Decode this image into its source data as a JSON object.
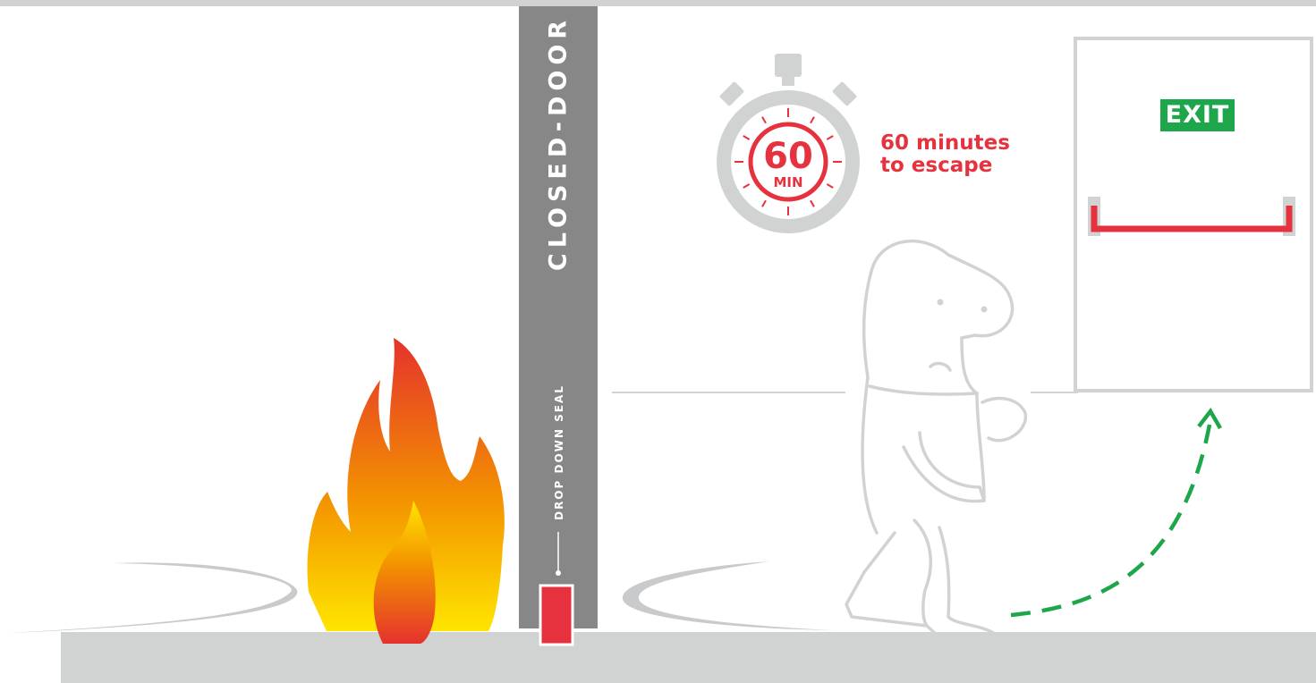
{
  "door": {
    "label": "CLOSED-DOOR",
    "seal_label": "DROP DOWN SEAL"
  },
  "timer": {
    "value": "60",
    "unit": "MIN"
  },
  "escape": {
    "line1": "60 minutes",
    "line2": "to escape"
  },
  "exit": {
    "label": "EXIT"
  },
  "colors": {
    "accent_red": "#e5323e",
    "exit_green": "#1ea64b",
    "door_gray": "#878787",
    "light_gray": "#d1d3d3",
    "fire_red": "#e5322d",
    "fire_orange": "#f39200",
    "fire_yellow": "#ffe500"
  }
}
